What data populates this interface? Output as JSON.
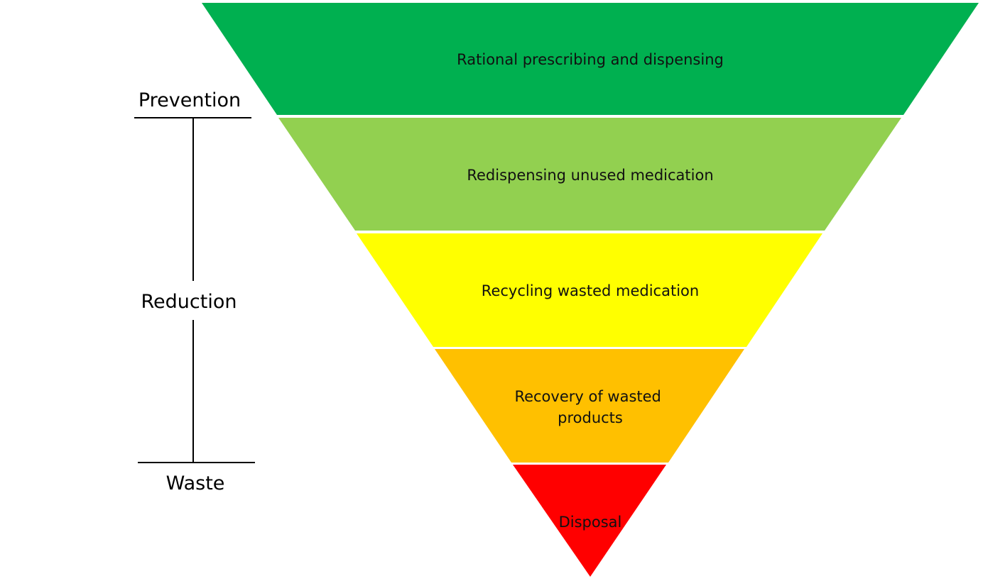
{
  "axis": {
    "top_label": "Prevention",
    "middle_label": "Reduction",
    "bottom_label": "Waste"
  },
  "tiers": [
    {
      "lines": [
        "Rational prescribing and dispensing"
      ],
      "color": "#00B050"
    },
    {
      "lines": [
        "Redispensing unused medication"
      ],
      "color": "#92D050"
    },
    {
      "lines": [
        "Recycling wasted medication"
      ],
      "color": "#FFFF00"
    },
    {
      "lines": [
        "Recovery of wasted",
        "products"
      ],
      "color": "#FFC000"
    },
    {
      "lines": [
        "Disposal"
      ],
      "color": "#FF0000"
    }
  ]
}
